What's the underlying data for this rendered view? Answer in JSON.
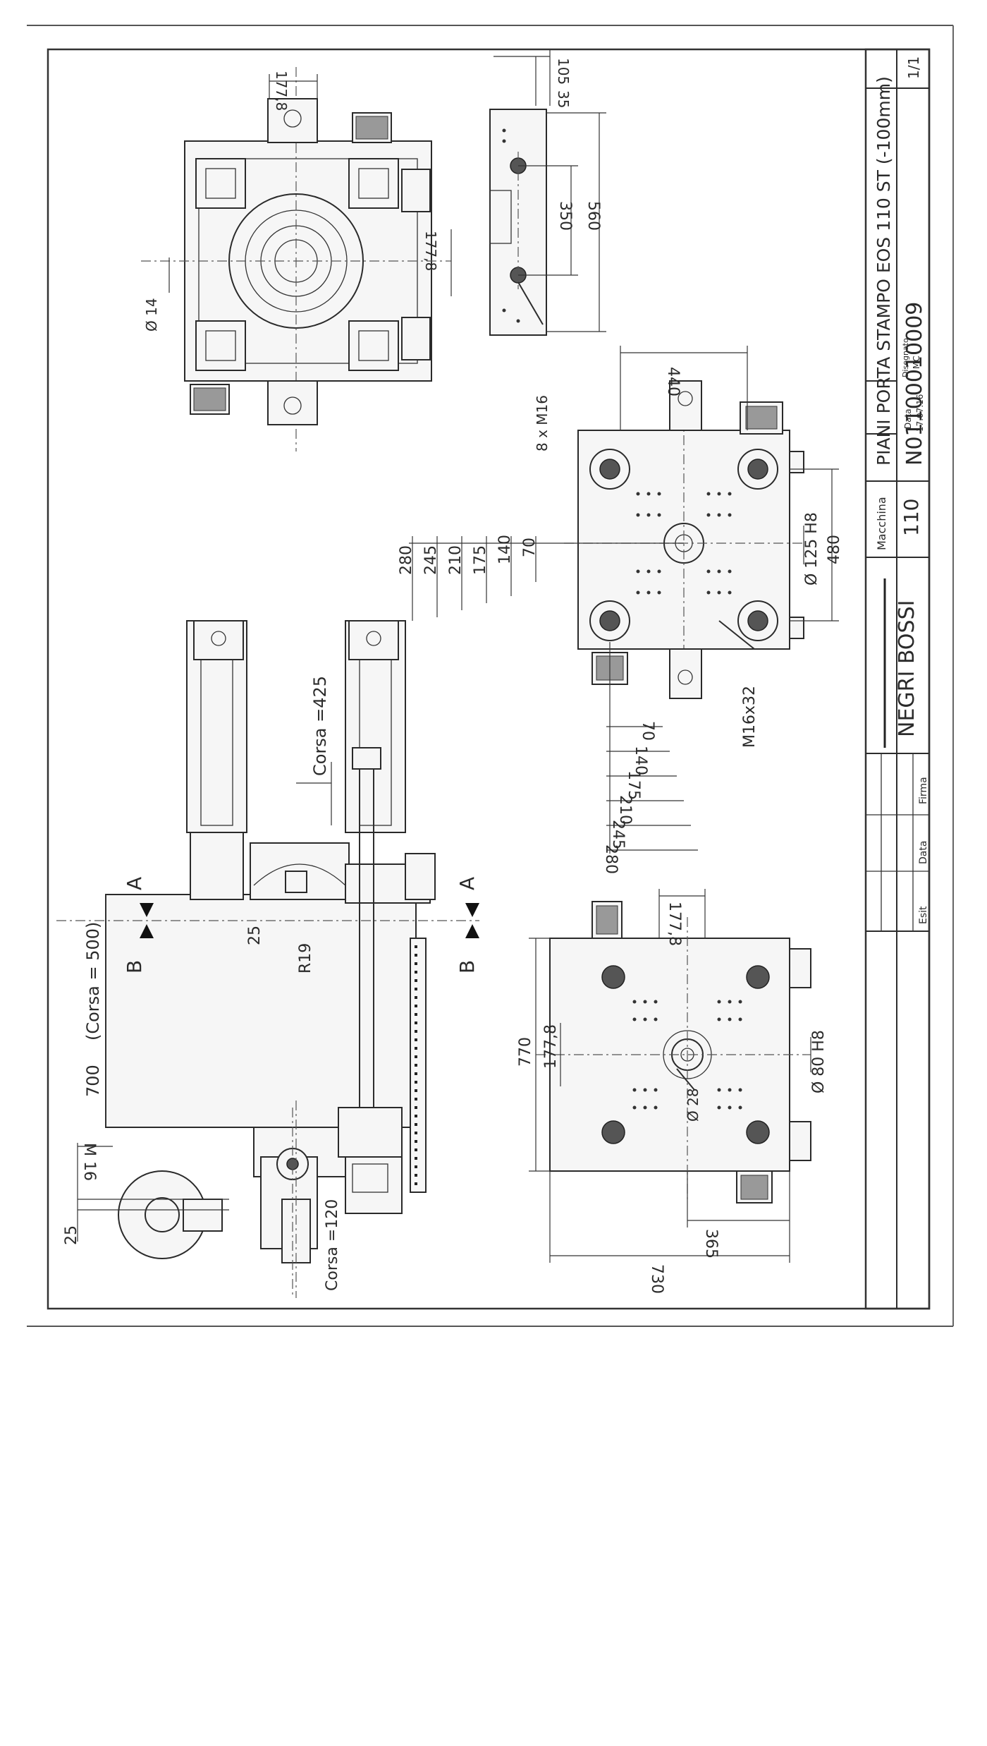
{
  "title_block": {
    "title": "PIANI PORTA STAMPO EOS 110 ST (-100mm)",
    "drawing_number": "N01100010009",
    "sheet": "1/1",
    "machine_label": "Macchina",
    "machine": "110",
    "date_label": "Data",
    "date": "17.07.16",
    "drawn_label": "Disegnato",
    "drawn_by": "MC",
    "company": "NEGRI BOSSI",
    "revision_headers": [
      "Esit",
      "Data",
      "Firma"
    ]
  },
  "side_view": {
    "dims": {
      "d25_left": "25",
      "m16": "M 16",
      "d700": "700",
      "corsa500": "(Corsa = 500)",
      "section_b": "B",
      "section_a": "A",
      "d25": "25",
      "r19": "R19",
      "corsa425": "Corsa =425",
      "corsa120": "Corsa =120"
    }
  },
  "top_view": {
    "dims": {
      "diam14": "Ø 14",
      "d1778_a": "177,8",
      "d1778_b": "177,8"
    }
  },
  "detail_view": {
    "dims": {
      "d105": "105",
      "d35": "35",
      "d350": "350",
      "d560": "560",
      "m16x8": "8 x M16"
    }
  },
  "moving_platen": {
    "dims": {
      "d440": "440",
      "left_series": [
        "280",
        "245",
        "210",
        "175",
        "140",
        "70"
      ],
      "bottom_series": [
        "70",
        "140",
        "175",
        "210",
        "245",
        "280"
      ],
      "d480": "480",
      "d125": "Ø 125 H8",
      "m16x32": "M16x32"
    }
  },
  "fixed_platen": {
    "dims": {
      "d1778": "177,8",
      "d770": "770",
      "d1778v": "177,8",
      "d80": "Ø 80 H8",
      "d28": "Ø 28",
      "d365": "365",
      "d730": "730"
    }
  }
}
